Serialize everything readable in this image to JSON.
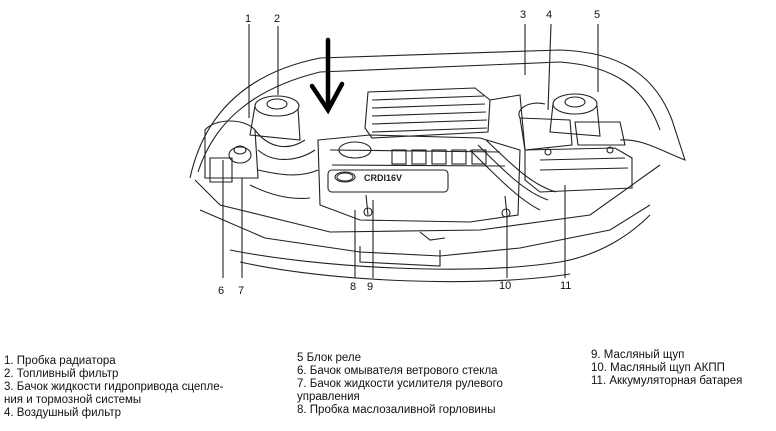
{
  "callouts": {
    "c1": "1",
    "c2": "2",
    "c3": "3",
    "c4": "4",
    "c5": "5",
    "c6": "6",
    "c7": "7",
    "c8": "8",
    "c9": "9",
    "c10": "10",
    "c11": "11"
  },
  "engine_badge": "CRDI16V",
  "legend": {
    "col1": [
      "1. Пробка радиатора",
      "2. Топливный фильтр",
      "3. Бачок жидкости гидропривода сцепле-",
      "ния и тормозной системы",
      "4. Воздушный фильтр"
    ],
    "col2": [
      "5 Блок реле",
      "6. Бачок омывателя ветрового стекла",
      "7. Бачок жидкости усилителя рулевого",
      "управления",
      "8. Пробка маслозаливной горловины"
    ],
    "col3": [
      "9. Масляный щуп",
      "10. Масляный щуп АКПП",
      "11. Аккумуляторная батарея"
    ]
  }
}
